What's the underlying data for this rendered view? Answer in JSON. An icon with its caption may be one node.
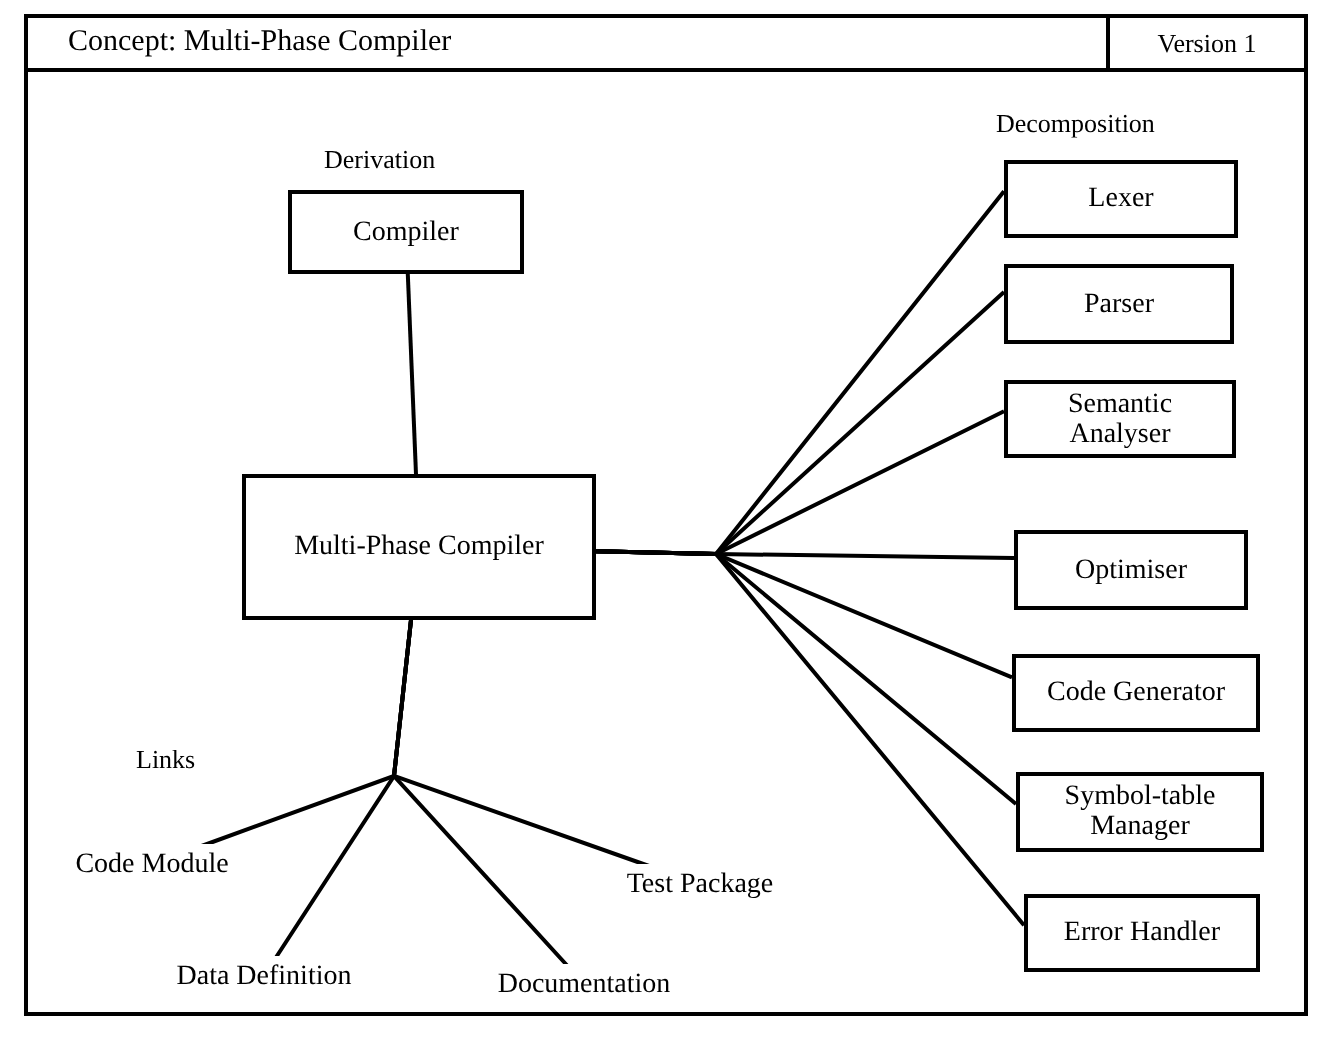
{
  "diagram": {
    "title": "Concept: Multi-Phase Compiler",
    "nodes": [
      {
        "text": [
          "Compiler"
        ]
      },
      {
        "text": [
          "Multi-Phase Compiler"
        ]
      },
      {
        "text": [
          "Lexer"
        ]
      },
      {
        "text": [
          "Parser"
        ]
      },
      {
        "text": [
          "Semantic Analyser"
        ]
      },
      {
        "text": [
          "Optimiser"
        ]
      },
      {
        "text": [
          "Code Generator"
        ]
      },
      {
        "text": [
          "Symbol-table Manager"
        ]
      },
      {
        "text": [
          "Error Handler"
        ]
      },
      {
        "text": [
          "Code Module"
        ]
      },
      {
        "text": [
          "Data Definition"
        ]
      },
      {
        "text": [
          "Documentation"
        ]
      },
      {
        "text": [
          "Test Package"
        ]
      }
    ],
    "edges": [
      {
        "from": 0,
        "to": 1,
        "arrow": "none"
      },
      {
        "from": 1,
        "to": 2,
        "arrow": "none"
      },
      {
        "from": 1,
        "to": 3,
        "arrow": "none"
      },
      {
        "from": 1,
        "to": 4,
        "arrow": "none"
      },
      {
        "from": 1,
        "to": 5,
        "arrow": "none"
      },
      {
        "from": 1,
        "to": 6,
        "arrow": "none"
      },
      {
        "from": 1,
        "to": 7,
        "arrow": "none"
      },
      {
        "from": 1,
        "to": 8,
        "arrow": "none"
      },
      {
        "from": 1,
        "to": 9,
        "arrow": "none"
      },
      {
        "from": 1,
        "to": 10,
        "arrow": "none"
      },
      {
        "from": 1,
        "to": 11,
        "arrow": "none"
      },
      {
        "from": 1,
        "to": 12,
        "arrow": "none"
      }
    ],
    "labels": [
      "Version 1",
      "Derivation",
      "Decomposition",
      "Links"
    ]
  }
}
